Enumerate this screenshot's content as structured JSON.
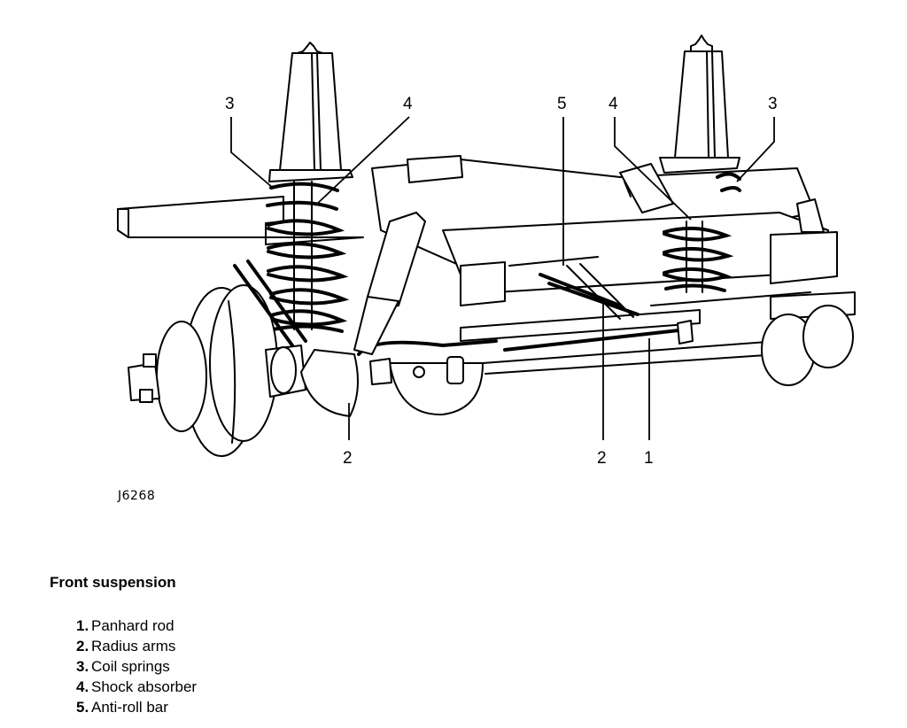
{
  "figure": {
    "id": "J6268",
    "callouts": [
      {
        "number": "3",
        "part": "Coil springs"
      },
      {
        "number": "4",
        "part": "Shock absorber"
      },
      {
        "number": "5",
        "part": "Anti-roll bar"
      },
      {
        "number": "4",
        "part": "Shock absorber"
      },
      {
        "number": "3",
        "part": "Coil springs"
      },
      {
        "number": "2",
        "part": "Radius arms"
      },
      {
        "number": "2",
        "part": "Radius arms"
      },
      {
        "number": "1",
        "part": "Panhard rod"
      }
    ]
  },
  "caption": {
    "heading": "Front suspension",
    "parts": [
      {
        "number": "1.",
        "label": "Panhard rod"
      },
      {
        "number": "2.",
        "label": "Radius arms"
      },
      {
        "number": "3.",
        "label": "Coil springs"
      },
      {
        "number": "4.",
        "label": "Shock absorber"
      },
      {
        "number": "5.",
        "label": "Anti-roll bar"
      }
    ]
  }
}
